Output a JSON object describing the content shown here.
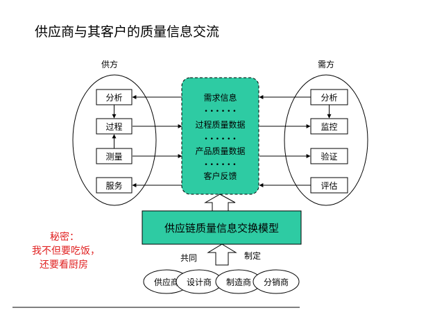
{
  "title": "供应商与其客户的质量信息交流",
  "supplier": {
    "label": "供方",
    "items": [
      "分析",
      "过程",
      "测量",
      "服务"
    ]
  },
  "customer": {
    "label": "需方",
    "items": [
      "分析",
      "监控",
      "验证",
      "评估"
    ]
  },
  "center": {
    "items": [
      "需求信息",
      "过程质量数据",
      "产品质量数据",
      "客户反馈"
    ],
    "dots": "• • • • • •"
  },
  "model": {
    "label": "供应链质量信息交换模型"
  },
  "builders": {
    "left_label": "共同",
    "right_label": "制定",
    "items": [
      "供应商",
      "设计商",
      "制造商",
      "分销商"
    ]
  },
  "secret": {
    "line1": "秘密：",
    "line2": "我不但要吃饭，",
    "line3": "还要看厨房"
  },
  "colors": {
    "center_fill": "#2ecba3",
    "model_fill": "#2ecba3",
    "secret_text": "#e02020",
    "line": "#000000"
  }
}
